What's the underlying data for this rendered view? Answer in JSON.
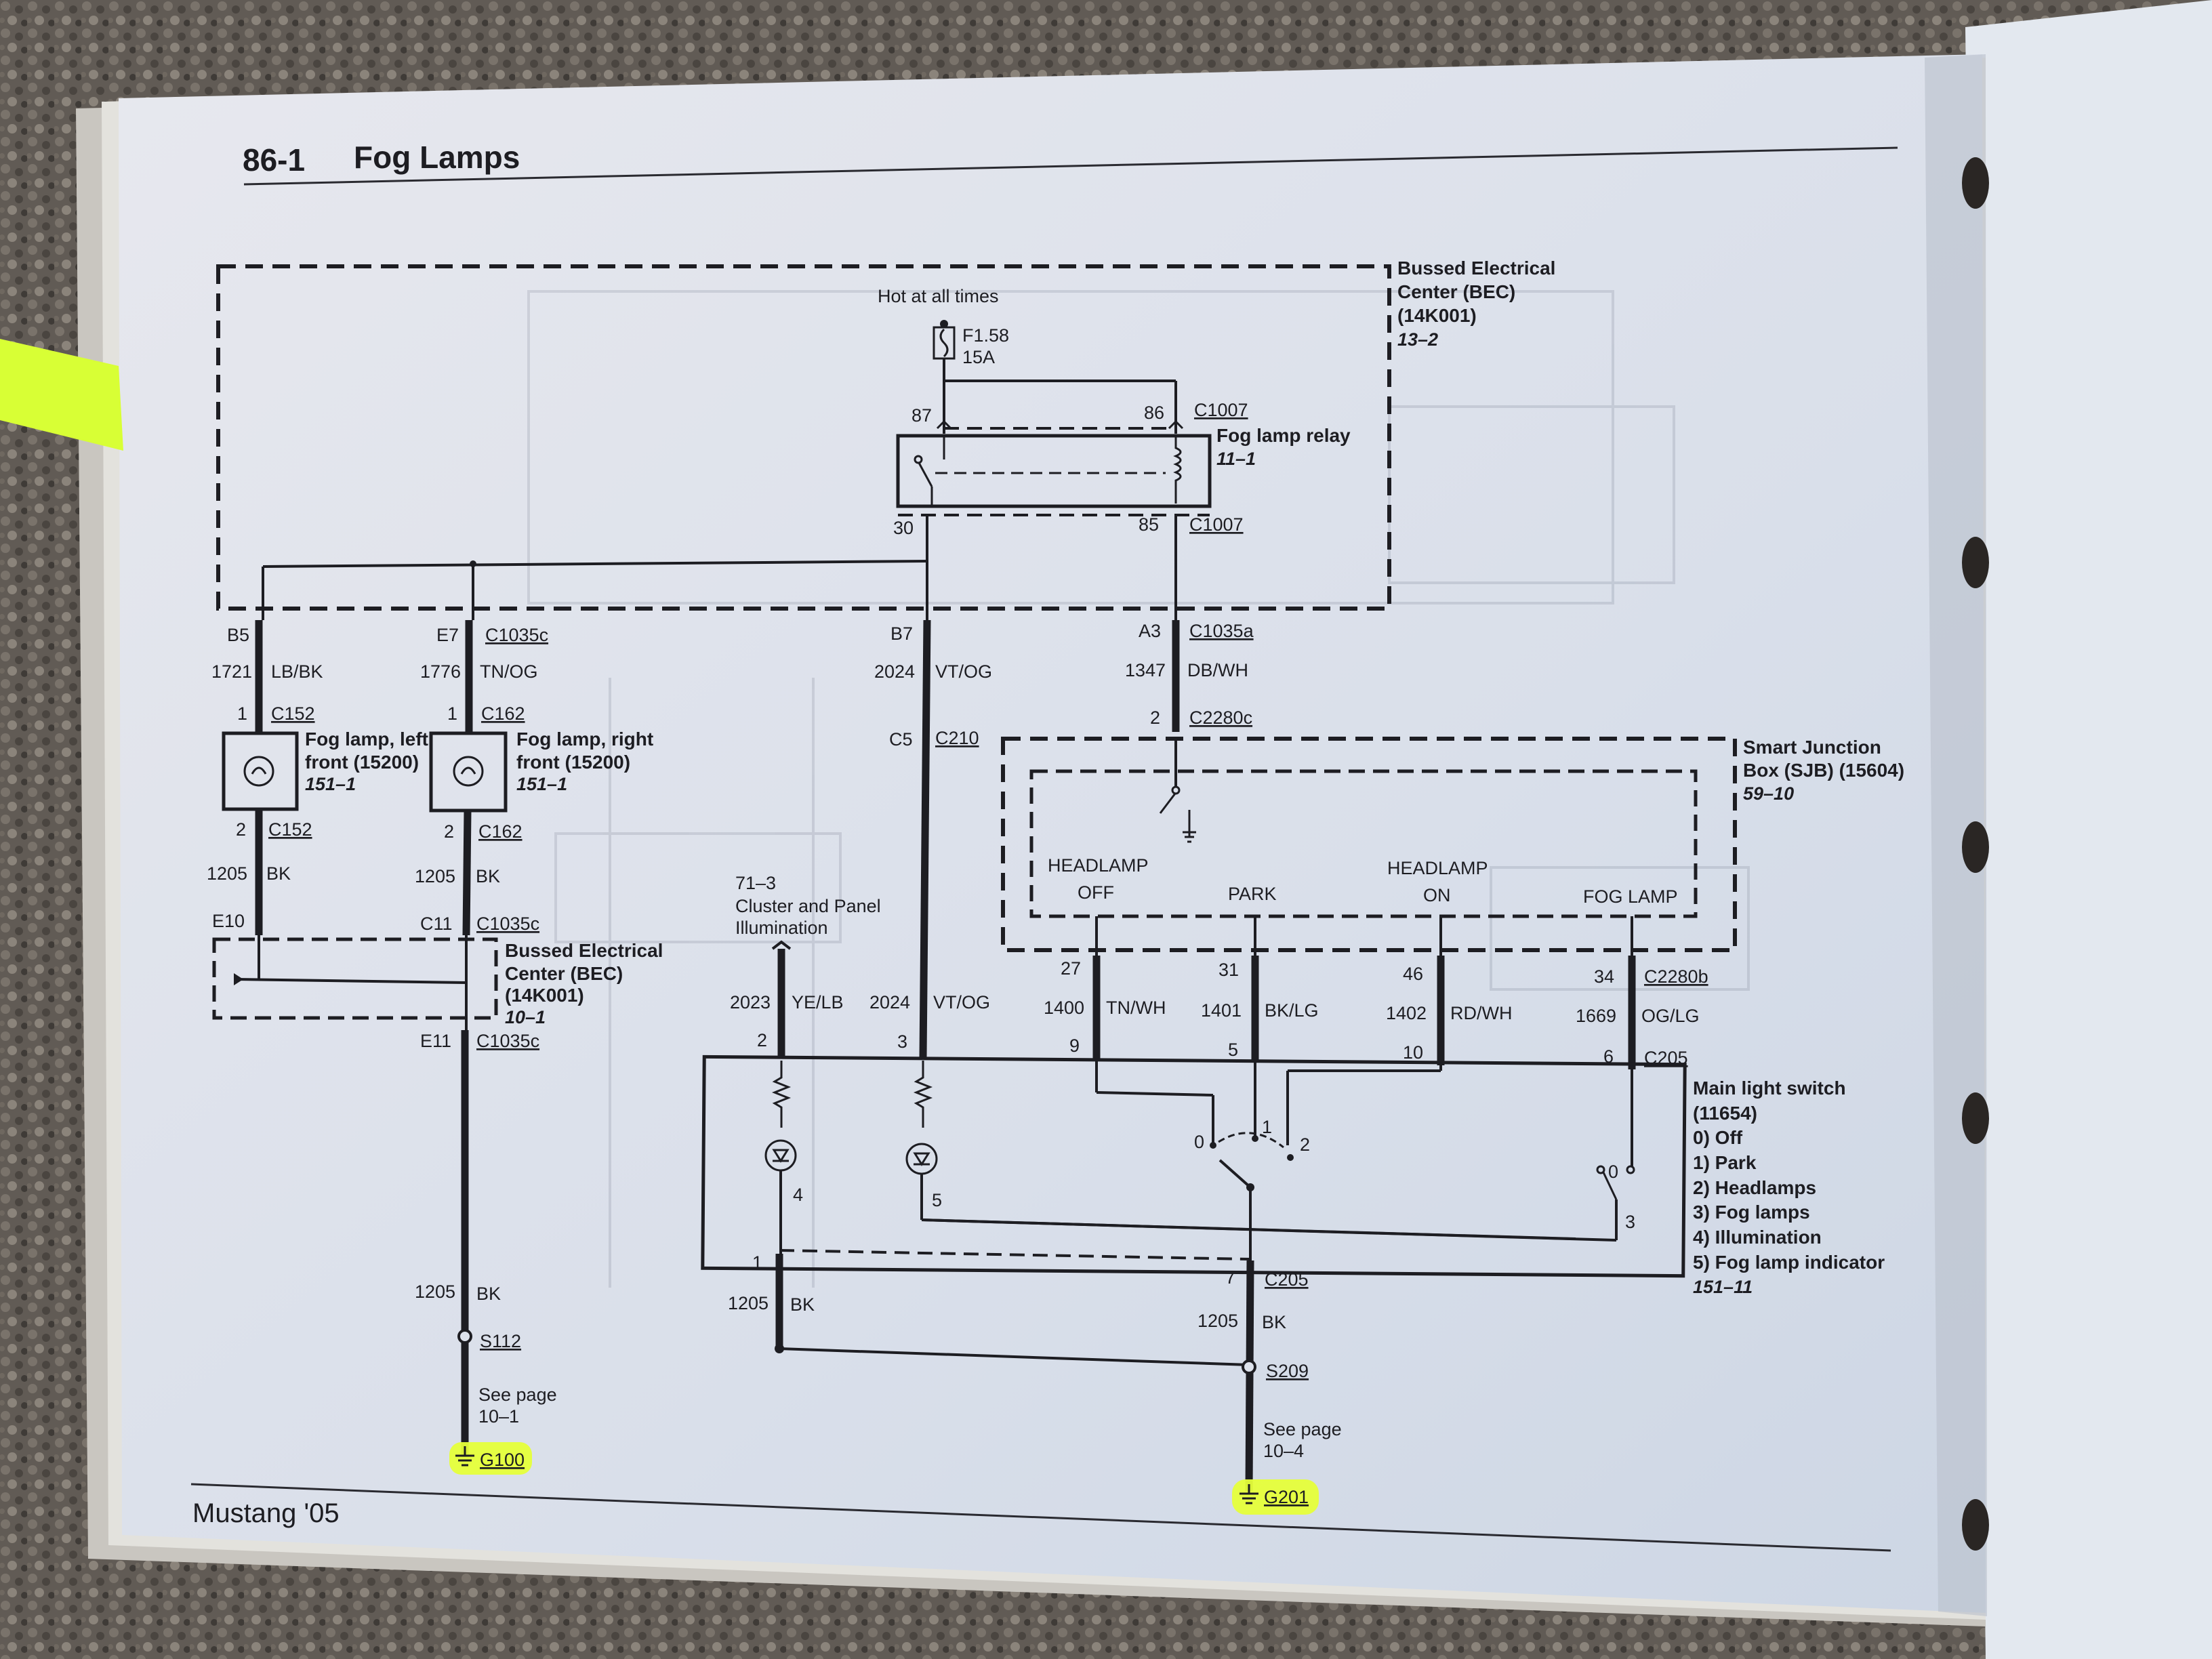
{
  "page": {
    "page_number": "86-1",
    "title": "Fog Lamps",
    "footer": "Mustang '05"
  },
  "bec_top": {
    "lines": [
      "Bussed Electrical",
      "Center (BEC)",
      "(14K001)"
    ],
    "ref": "13–2",
    "hot_label": "Hot at all times",
    "fuse_name": "F1.58",
    "fuse_rating": "15A"
  },
  "relay": {
    "name": "Fog lamp relay",
    "ref": "11–1",
    "pin_87": "87",
    "pin_86": "86",
    "pin_30": "30",
    "pin_85": "85",
    "conn_top": "C1007",
    "conn_bottom": "C1007"
  },
  "wires": {
    "w_b5": {
      "pin": "B5",
      "circuit": "1721",
      "color": "LB/BK"
    },
    "w_e7": {
      "pin": "E7",
      "conn": "C1035c",
      "circuit": "1776",
      "color": "TN/OG"
    },
    "w_b7": {
      "pin": "B7",
      "circuit": "2024",
      "color": "VT/OG"
    },
    "w_a3": {
      "pin": "A3",
      "conn": "C1035a",
      "circuit": "1347",
      "color": "DB/WH"
    }
  },
  "fog_left": {
    "pin_top": "1",
    "conn_top": "C152",
    "pin_bottom": "2",
    "conn_bottom": "C152",
    "lines": [
      "Fog lamp, left",
      "front (15200)"
    ],
    "ref": "151–1",
    "circuit": "1205",
    "color": "BK",
    "pin_e10": "E10"
  },
  "fog_right": {
    "pin_top": "1",
    "conn_top": "C162",
    "pin_bottom": "2",
    "conn_bottom": "C162",
    "lines": [
      "Fog lamp, right",
      "front (15200)"
    ],
    "ref": "151–1",
    "circuit": "1205",
    "color": "BK",
    "pin_c11": "C11",
    "conn_c11": "C1035c"
  },
  "bec_bottom": {
    "lines": [
      "Bussed Electrical",
      "Center (BEC)",
      "(14K001)"
    ],
    "ref": "10–1",
    "pin_e11": "E11",
    "conn_e11": "C1035c"
  },
  "ground_left": {
    "circuit": "1205",
    "color": "BK",
    "splice": "S112",
    "see_lines": [
      "See page",
      "10–1"
    ],
    "ground": "G100"
  },
  "c210": {
    "pin": "C5",
    "conn": "C210"
  },
  "c2280c": {
    "pin": "2",
    "conn": "C2280c"
  },
  "cluster": {
    "ref": "71–3",
    "lines": [
      "Cluster and Panel",
      "Illumination"
    ],
    "circuit": "2023",
    "color": "YE/LB",
    "pin": "2"
  },
  "vtog_low": {
    "circuit": "2024",
    "color": "VT/OG",
    "pin": "3"
  },
  "sjb": {
    "lines": [
      "Smart Junction",
      "Box (SJB) (15604)"
    ],
    "ref": "59–10",
    "pos_headlamp_off": [
      "HEADLAMP",
      "OFF"
    ],
    "pos_park": "PARK",
    "pos_headlamp_on": [
      "HEADLAMP",
      "ON"
    ],
    "pos_fog": "FOG LAMP",
    "conn": "C2280b"
  },
  "sjb_wires": [
    {
      "top_pin": "27",
      "circuit": "1400",
      "color": "TN/WH",
      "bottom_pin": "9"
    },
    {
      "top_pin": "31",
      "circuit": "1401",
      "color": "BK/LG",
      "bottom_pin": "5"
    },
    {
      "top_pin": "46",
      "circuit": "1402",
      "color": "RD/WH",
      "bottom_pin": "10"
    },
    {
      "top_pin": "34",
      "circuit": "1669",
      "color": "OG/LG",
      "bottom_pin": "6"
    }
  ],
  "switch": {
    "conn_top": "C205",
    "title_lines": [
      "Main light switch",
      "(11654)"
    ],
    "positions": [
      "0)   Off",
      "1)   Park",
      "2)   Headlamps",
      "3)   Fog lamps",
      "4)   Illumination",
      "5)   Fog lamp indicator"
    ],
    "ref": "151–11",
    "lamp_pin_a": "4",
    "lamp_pin_b": "5",
    "sw_0": "0",
    "sw_1": "1",
    "sw_2": "2",
    "fog_0": "0",
    "fog_3": "3",
    "out_pin_1": "1",
    "out_pin_7": "7",
    "conn_bottom": "C205"
  },
  "ground_right": {
    "circuit_left": "1205",
    "color_left": "BK",
    "circuit_right": "1205",
    "color_right": "BK",
    "splice": "S209",
    "see_lines": [
      "See page",
      "10–4"
    ],
    "ground": "G201"
  },
  "colors": {
    "paper": "#dde2ec",
    "ink": "#1d1d22",
    "highlight": "#e6ff3a",
    "carpet": "#5f5a54",
    "tab": "#d8ff35"
  }
}
